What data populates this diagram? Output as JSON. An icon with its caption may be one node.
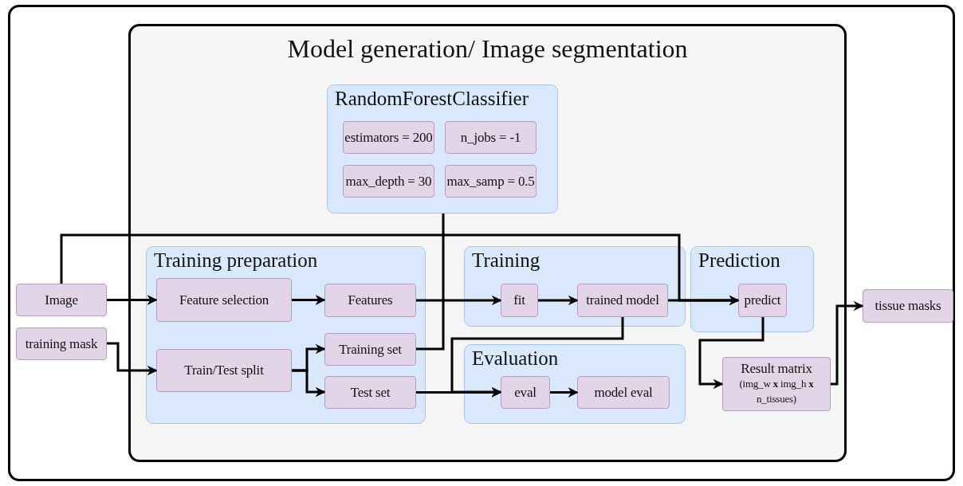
{
  "diagram": {
    "nodes": [
      {
        "text": [
          "Model generation/ Image segmentation"
        ]
      },
      {
        "text": [
          "RandomForestClassifier"
        ],
        "in": 0
      },
      {
        "text": [
          "estimators = 200"
        ],
        "in": 1
      },
      {
        "text": [
          "n_jobs = -1"
        ],
        "in": 1
      },
      {
        "text": [
          "max_depth = 30"
        ],
        "in": 1
      },
      {
        "text": [
          "max_samp = 0.5"
        ],
        "in": 1
      },
      {
        "text": [
          "Training preparation"
        ],
        "in": 0
      },
      {
        "text": [
          "Feature selection"
        ],
        "in": 6
      },
      {
        "text": [
          "Features"
        ],
        "in": 6
      },
      {
        "text": [
          "Train/Test split"
        ],
        "in": 6
      },
      {
        "text": [
          "Training set"
        ],
        "in": 6
      },
      {
        "text": [
          "Test set"
        ],
        "in": 6
      },
      {
        "text": [
          "Training"
        ],
        "in": 0
      },
      {
        "text": [
          "fit"
        ],
        "in": 12
      },
      {
        "text": [
          "trained model"
        ],
        "in": 12
      },
      {
        "text": [
          "Evaluation"
        ],
        "in": 0
      },
      {
        "text": [
          "eval"
        ],
        "in": 15
      },
      {
        "text": [
          "model eval"
        ],
        "in": 15
      },
      {
        "text": [
          "Prediction"
        ],
        "in": 0
      },
      {
        "text": [
          "predict"
        ],
        "in": 18
      },
      {
        "text": [
          "Result matrix",
          "(img_w **x** img_h **x** n_tissues)"
        ],
        "in": 0
      },
      {
        "text": [
          "Image"
        ]
      },
      {
        "text": [
          "training mask"
        ]
      },
      {
        "text": [
          "tissue masks"
        ]
      }
    ],
    "edges": [
      {
        "from": 21,
        "to": 7,
        "arrow": "to"
      },
      {
        "from": 21,
        "to": 19,
        "arrow": "to"
      },
      {
        "from": 22,
        "to": 9,
        "arrow": "to"
      },
      {
        "from": 7,
        "to": 8,
        "arrow": "to"
      },
      {
        "from": 9,
        "to": 10,
        "arrow": "to"
      },
      {
        "from": 9,
        "to": 11,
        "arrow": "to"
      },
      {
        "from": 10,
        "to": 1,
        "arrow": "none"
      },
      {
        "from": 8,
        "to": 13,
        "arrow": "to"
      },
      {
        "from": 13,
        "to": 14,
        "arrow": "to"
      },
      {
        "from": 14,
        "to": 19,
        "arrow": "to"
      },
      {
        "from": 11,
        "to": 16,
        "arrow": "to"
      },
      {
        "from": 14,
        "to": 16,
        "arrow": "to"
      },
      {
        "from": 16,
        "to": 17,
        "arrow": "to"
      },
      {
        "from": 19,
        "to": 20,
        "arrow": "to"
      },
      {
        "from": 20,
        "to": 23,
        "arrow": "to"
      }
    ]
  }
}
